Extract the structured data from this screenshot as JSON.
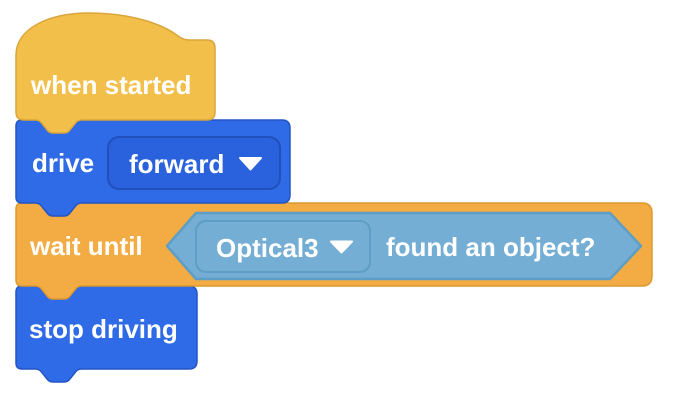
{
  "palette": {
    "hat_yellow": "#F2C04A",
    "hat_yellow_border": "#D9A53C",
    "motion_blue": "#2F6BE6",
    "motion_blue_border": "#2455C4",
    "dropdown_blue_fill": "#2A61DC",
    "dropdown_blue_border": "#2150BC",
    "control_orange": "#F3AC43",
    "control_orange_border": "#DC992F",
    "sensing_light_blue": "#74AED4",
    "sensing_light_blue_border": "#5E9DC5",
    "label_white": "#FFFFFF"
  },
  "blocks": {
    "when_started": {
      "label": "when started"
    },
    "drive": {
      "label": "drive",
      "direction_dropdown": {
        "value": "forward",
        "icon": "dropdown-arrow"
      }
    },
    "wait_until": {
      "label": "wait until",
      "condition": {
        "sensor_dropdown": {
          "value": "Optical3",
          "icon": "dropdown-arrow"
        },
        "label": "found an object?"
      }
    },
    "stop_driving": {
      "label": "stop driving"
    }
  }
}
